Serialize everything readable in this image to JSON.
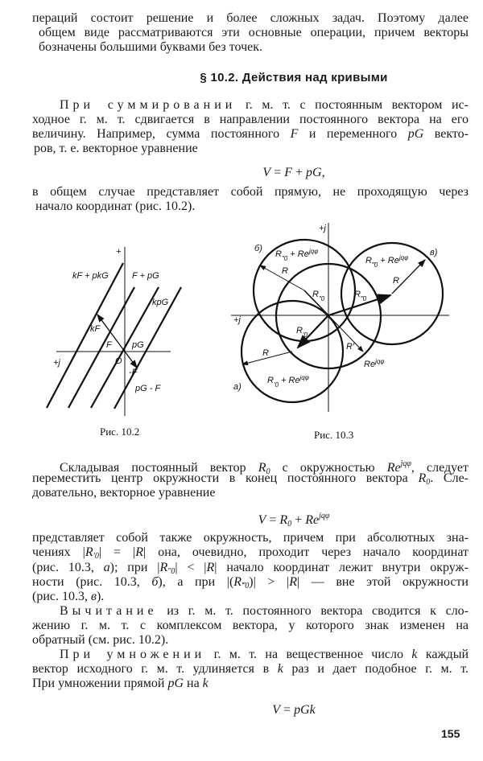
{
  "heading": "§ 10.2. Действия над кривыми",
  "page_number": "155",
  "lines": [
    [
      {
        "t": "пераций состоит решение и более сложных задач. Поэтому далее"
      }
    ],
    [
      {
        "t": "общем виде рассматриваются эти основные операции, причем векторы"
      }
    ],
    [
      {
        "t": "бозначены большими буквами без точек."
      }
    ],
    [
      {
        "t": "При суммировании",
        "s": "sp"
      },
      {
        "t": " г. м. т. с постоянным вектором ис-"
      }
    ],
    [
      {
        "t": "ходное г. м. т. сдвигается в направлении постоянного вектора на его"
      }
    ],
    [
      {
        "t": "величину. Например, сумма постоянного "
      },
      {
        "t": "F",
        "s": "i"
      },
      {
        "t": " и переменного "
      },
      {
        "t": "pG",
        "s": "i"
      },
      {
        "t": " векто-"
      }
    ],
    [
      {
        "t": "ров, т. е. векторное уравнение"
      }
    ],
    [
      {
        "t": "V",
        "s": "i"
      },
      {
        "t": " = "
      },
      {
        "t": "F",
        "s": "i"
      },
      {
        "t": " + "
      },
      {
        "t": "pG",
        "s": "i"
      },
      {
        "t": ","
      }
    ],
    [
      {
        "t": "в общем случае представляет собой прямую, не проходящую через"
      }
    ],
    [
      {
        "t": "начало координат (рис. 10.2)."
      }
    ],
    [
      {
        "t": "Складывая постоянный вектор "
      },
      {
        "t": "R",
        "s": "i"
      },
      {
        "t": "0",
        "s": "sub"
      },
      {
        "t": " с окружностью "
      },
      {
        "t": "Re",
        "s": "i"
      },
      {
        "t": "jqφ",
        "s": "sup"
      },
      {
        "t": ", следует"
      }
    ],
    [
      {
        "t": "переместить центр окружности в конец постоянного вектора "
      },
      {
        "t": "R",
        "s": "i"
      },
      {
        "t": "0",
        "s": "sub"
      },
      {
        "t": ". Сле-"
      }
    ],
    [
      {
        "t": "довательно, векторное уравнение"
      }
    ],
    [
      {
        "t": "V",
        "s": "i"
      },
      {
        "t": " = "
      },
      {
        "t": "R",
        "s": "i"
      },
      {
        "t": "0",
        "s": "sub"
      },
      {
        "t": " + "
      },
      {
        "t": "Re",
        "s": "i"
      },
      {
        "t": "jqφ",
        "s": "sup"
      }
    ],
    [
      {
        "t": "представляет собой также окружность, причем при абсолютных зна-"
      }
    ],
    [
      {
        "t": "чениях |"
      },
      {
        "t": "R",
        "s": "i"
      },
      {
        "t": "′0",
        "s": "sub"
      },
      {
        "t": "| = |"
      },
      {
        "t": "R",
        "s": "i"
      },
      {
        "t": "| она, очевидно, проходит через начало координат"
      }
    ],
    [
      {
        "t": "(рис. 10.3, "
      },
      {
        "t": "а",
        "s": "i"
      },
      {
        "t": "); при |"
      },
      {
        "t": "R",
        "s": "i"
      },
      {
        "t": "″0",
        "s": "sub"
      },
      {
        "t": "| < |"
      },
      {
        "t": "R",
        "s": "i"
      },
      {
        "t": "| начало координат лежит внутри окруж-"
      }
    ],
    [
      {
        "t": "ности (рис. 10.3, "
      },
      {
        "t": "б",
        "s": "i"
      },
      {
        "t": "), а при |("
      },
      {
        "t": "R",
        "s": "i"
      },
      {
        "t": "‴0",
        "s": "sub"
      },
      {
        "t": ")| > |"
      },
      {
        "t": "R",
        "s": "i"
      },
      {
        "t": "| — вне этой окружности"
      }
    ],
    [
      {
        "t": "(рис. 10.3, "
      },
      {
        "t": "в",
        "s": "i"
      },
      {
        "t": ")."
      }
    ],
    [
      {
        "t": "Вычитание",
        "s": "sp"
      },
      {
        "t": " из г. м. т. постоянного вектора сводится к сло-"
      }
    ],
    [
      {
        "t": "жению г. м. т. с комплексом вектора, у которого знак изменен на"
      }
    ],
    [
      {
        "t": "обратный (см. рис. 10.2)."
      }
    ],
    [
      {
        "t": "При умножении",
        "s": "sp"
      },
      {
        "t": " г. м. т. на вещественное число "
      },
      {
        "t": "k",
        "s": "i"
      },
      {
        "t": " каждый"
      }
    ],
    [
      {
        "t": "вектор исходного г. м. т. удлиняется в "
      },
      {
        "t": "k",
        "s": "i"
      },
      {
        "t": " раз и дает подобное г. м. т."
      }
    ],
    [
      {
        "t": "При умножении прямой "
      },
      {
        "t": "pG",
        "s": "i"
      },
      {
        "t": " на "
      },
      {
        "t": "k",
        "s": "i"
      }
    ],
    [
      {
        "t": "V",
        "s": "i"
      },
      {
        "t": " = "
      },
      {
        "t": "pGk",
        "s": "i"
      }
    ]
  ],
  "figures": {
    "fig_10_2": {
      "caption": "Рис. 10.2",
      "labels": [
        [
          {
            "t": "+"
          }
        ],
        [
          {
            "t": "kF + pkG"
          }
        ],
        [
          {
            "t": "F + pG"
          }
        ],
        [
          {
            "t": "kpG"
          }
        ],
        [
          {
            "t": "kF"
          }
        ],
        [
          {
            "t": "F"
          }
        ],
        [
          {
            "t": "pG"
          }
        ],
        [
          {
            "t": "+j"
          }
        ],
        [
          {
            "t": "O"
          }
        ],
        [
          {
            "t": "-F"
          }
        ],
        [
          {
            "t": "pG - F"
          }
        ]
      ]
    },
    "fig_10_3": {
      "caption": "Рис. 10.3",
      "labels": [
        [
          {
            "t": "+j"
          }
        ],
        [
          {
            "t": "б)"
          }
        ],
        [
          {
            "t": "R"
          },
          {
            "t": "″0",
            "s": "sub"
          },
          {
            "t": " + Re"
          },
          {
            "t": "jqφ",
            "s": "sup"
          }
        ],
        [
          {
            "t": "в)"
          }
        ],
        [
          {
            "t": "R"
          },
          {
            "t": "‴0",
            "s": "sub"
          },
          {
            "t": " + Re"
          },
          {
            "t": "jqφ",
            "s": "sup"
          }
        ],
        [
          {
            "t": "R"
          }
        ],
        [
          {
            "t": "R"
          }
        ],
        [
          {
            "t": "R"
          },
          {
            "t": "″0",
            "s": "sub"
          }
        ],
        [
          {
            "t": "R"
          },
          {
            "t": "‴0",
            "s": "sub"
          }
        ],
        [
          {
            "t": "+j"
          }
        ],
        [
          {
            "t": "R"
          },
          {
            "t": "′0",
            "s": "sub"
          }
        ],
        [
          {
            "t": "R′"
          }
        ],
        [
          {
            "t": "R"
          }
        ],
        [
          {
            "t": "Re"
          },
          {
            "t": "jqφ",
            "s": "sup"
          }
        ],
        [
          {
            "t": "а)"
          }
        ],
        [
          {
            "t": "R"
          },
          {
            "t": "′0",
            "s": "sub"
          },
          {
            "t": " + Re"
          },
          {
            "t": "jqφ",
            "s": "sup"
          }
        ]
      ]
    }
  }
}
